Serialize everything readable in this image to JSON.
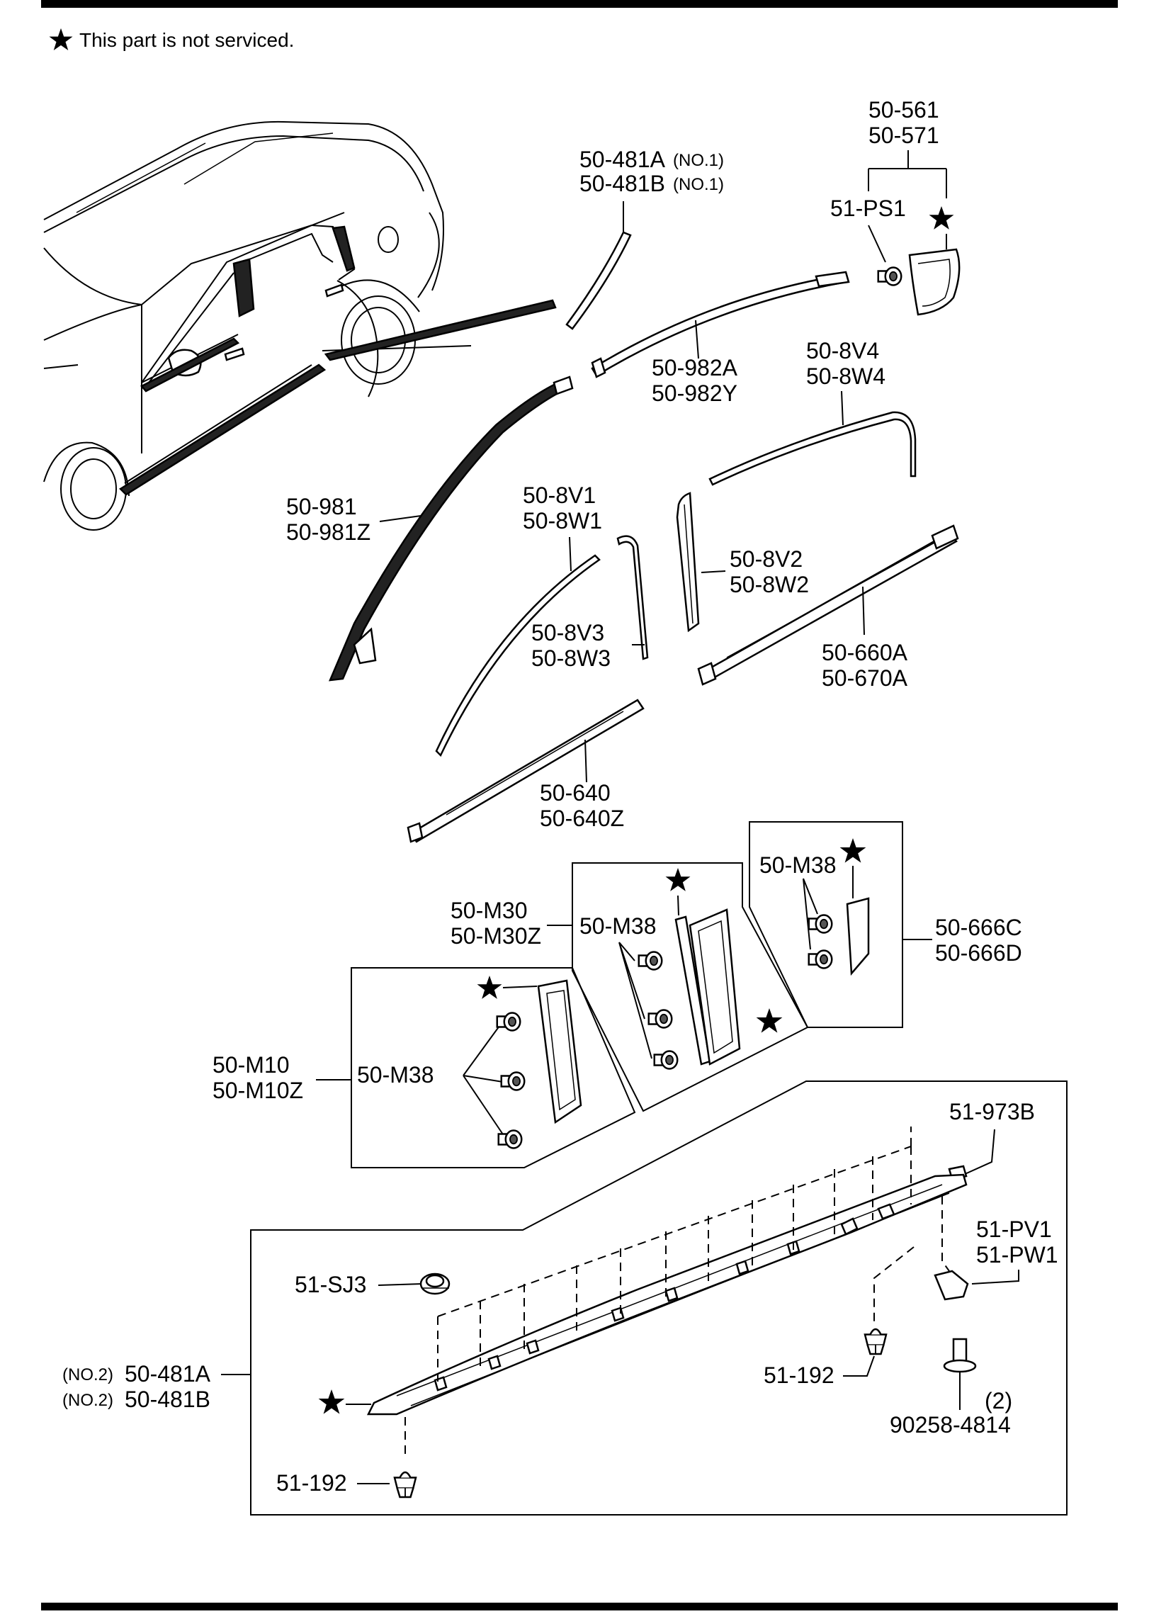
{
  "note": {
    "symbol": "★",
    "text": "This part is not serviced."
  },
  "labels": {
    "p50_561": "50-561",
    "p50_571": "50-571",
    "p50_481A_no1": "50-481A",
    "p50_481B_no1": "50-481B",
    "no1_a": "(NO.1)",
    "no1_b": "(NO.1)",
    "p51_PS1": "51-PS1",
    "p50_982A": "50-982A",
    "p50_982Y": "50-982Y",
    "p50_8V4": "50-8V4",
    "p50_8W4": "50-8W4",
    "p50_981": "50-981",
    "p50_981Z": "50-981Z",
    "p50_8V1": "50-8V1",
    "p50_8W1": "50-8W1",
    "p50_8V2": "50-8V2",
    "p50_8W2": "50-8W2",
    "p50_8V3": "50-8V3",
    "p50_8W3": "50-8W3",
    "p50_660A": "50-660A",
    "p50_670A": "50-670A",
    "p50_640": "50-640",
    "p50_640Z": "50-640Z",
    "p50_M38_right": "50-M38",
    "p50_666C": "50-666C",
    "p50_666D": "50-666D",
    "p50_M30": "50-M30",
    "p50_M30Z": "50-M30Z",
    "p50_M38_mid": "50-M38",
    "p50_M10": "50-M10",
    "p50_M10Z": "50-M10Z",
    "p50_M38_left": "50-M38",
    "p51_973B": "51-973B",
    "p51_PV1": "51-PV1",
    "p51_PW1": "51-PW1",
    "p51_SJ3": "51-SJ3",
    "no2_a": "(NO.2)",
    "no2_b": "(NO.2)",
    "p50_481A_no2": "50-481A",
    "p50_481B_no2": "50-481B",
    "p51_192_right": "51-192",
    "qty_2": "(2)",
    "p90258_4814": "90258-4814",
    "p51_192_bottom": "51-192"
  },
  "colors": {
    "ink": "#000000",
    "background": "#ffffff"
  }
}
